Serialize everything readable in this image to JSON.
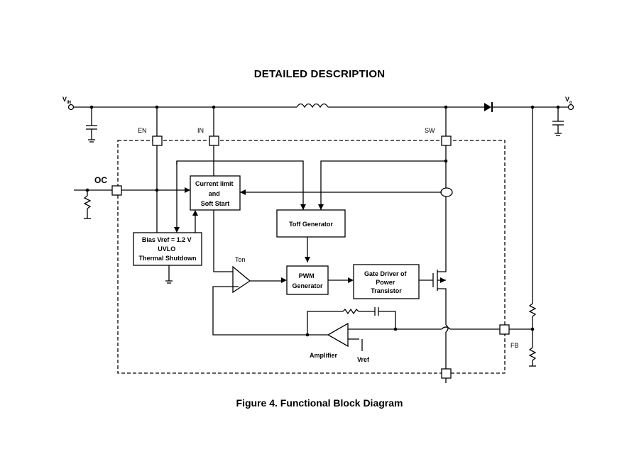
{
  "title": "DETAILED DESCRIPTION",
  "caption": "Figure 4. Functional Block Diagram",
  "pins": {
    "vin": "V",
    "vin_sub": "IN",
    "vo": "V",
    "vo_sub": "o",
    "en": "EN",
    "in": "IN",
    "sw": "SW",
    "oc": "OC",
    "fb": "FB"
  },
  "blocks": {
    "current_limit": [
      "Current limit",
      "and",
      "Soft Start"
    ],
    "bias": [
      "Bias Vref = 1.2 V",
      "UVLO",
      "Thermal Shutdown"
    ],
    "toff": "Toff Generator",
    "pwm": [
      "PWM",
      "Generator"
    ],
    "gate": [
      "Gate Driver of",
      "Power",
      "Transistor"
    ]
  },
  "labels": {
    "ton": "Ton",
    "amplifier": "Amplifier",
    "vref": "Vref"
  }
}
